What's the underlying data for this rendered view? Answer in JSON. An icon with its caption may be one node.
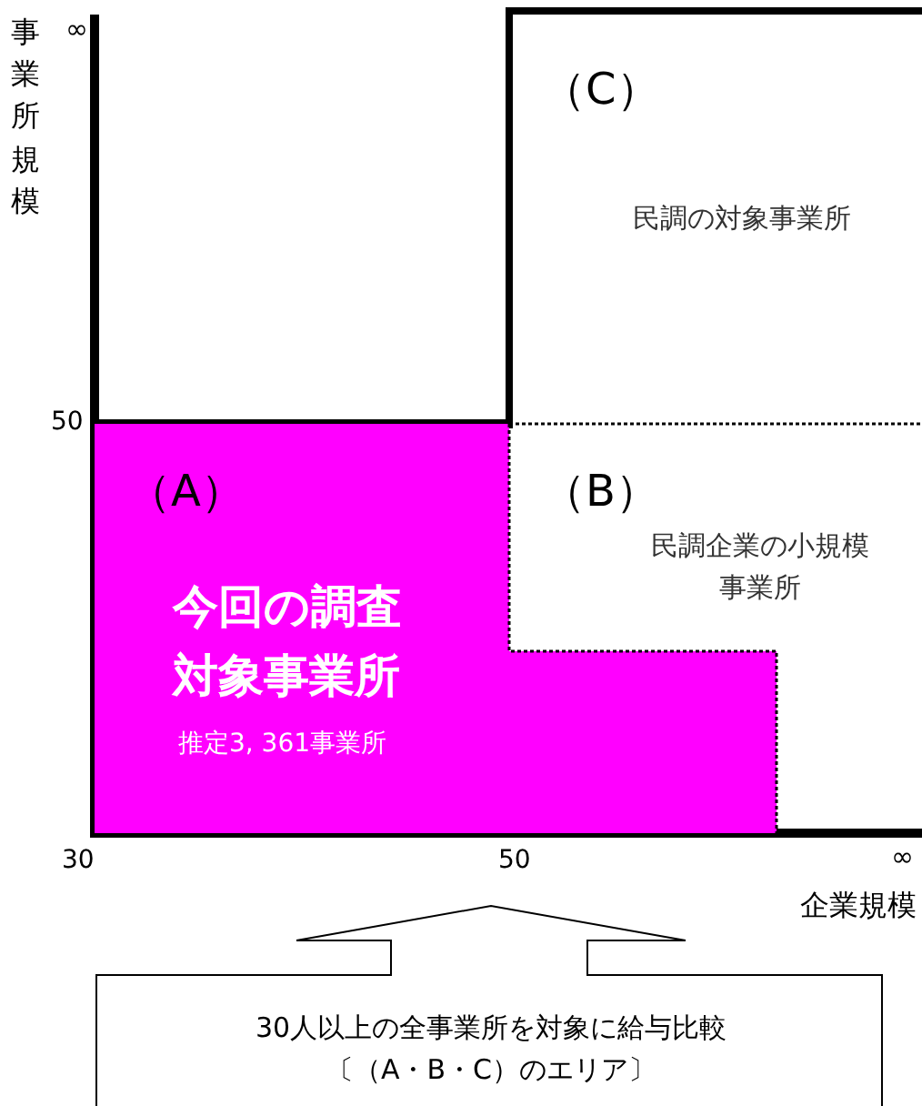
{
  "diagram": {
    "nodes": [
      {
        "text": [
          "（A）",
          "今回の調査対象事業所",
          "推定3, 361事業所"
        ]
      },
      {
        "text": [
          "（B）",
          "民調企業の小規模事業所"
        ]
      },
      {
        "text": [
          "（C）",
          "民調の対象事業所"
        ]
      },
      {
        "text": [
          "30人以上の全事業所を対象に給与比較〔（A・B・C）のエリア〕"
        ]
      }
    ],
    "labels": [
      "事業所規模",
      "∞",
      "50",
      "30",
      "50",
      "∞",
      "企業規模"
    ]
  }
}
